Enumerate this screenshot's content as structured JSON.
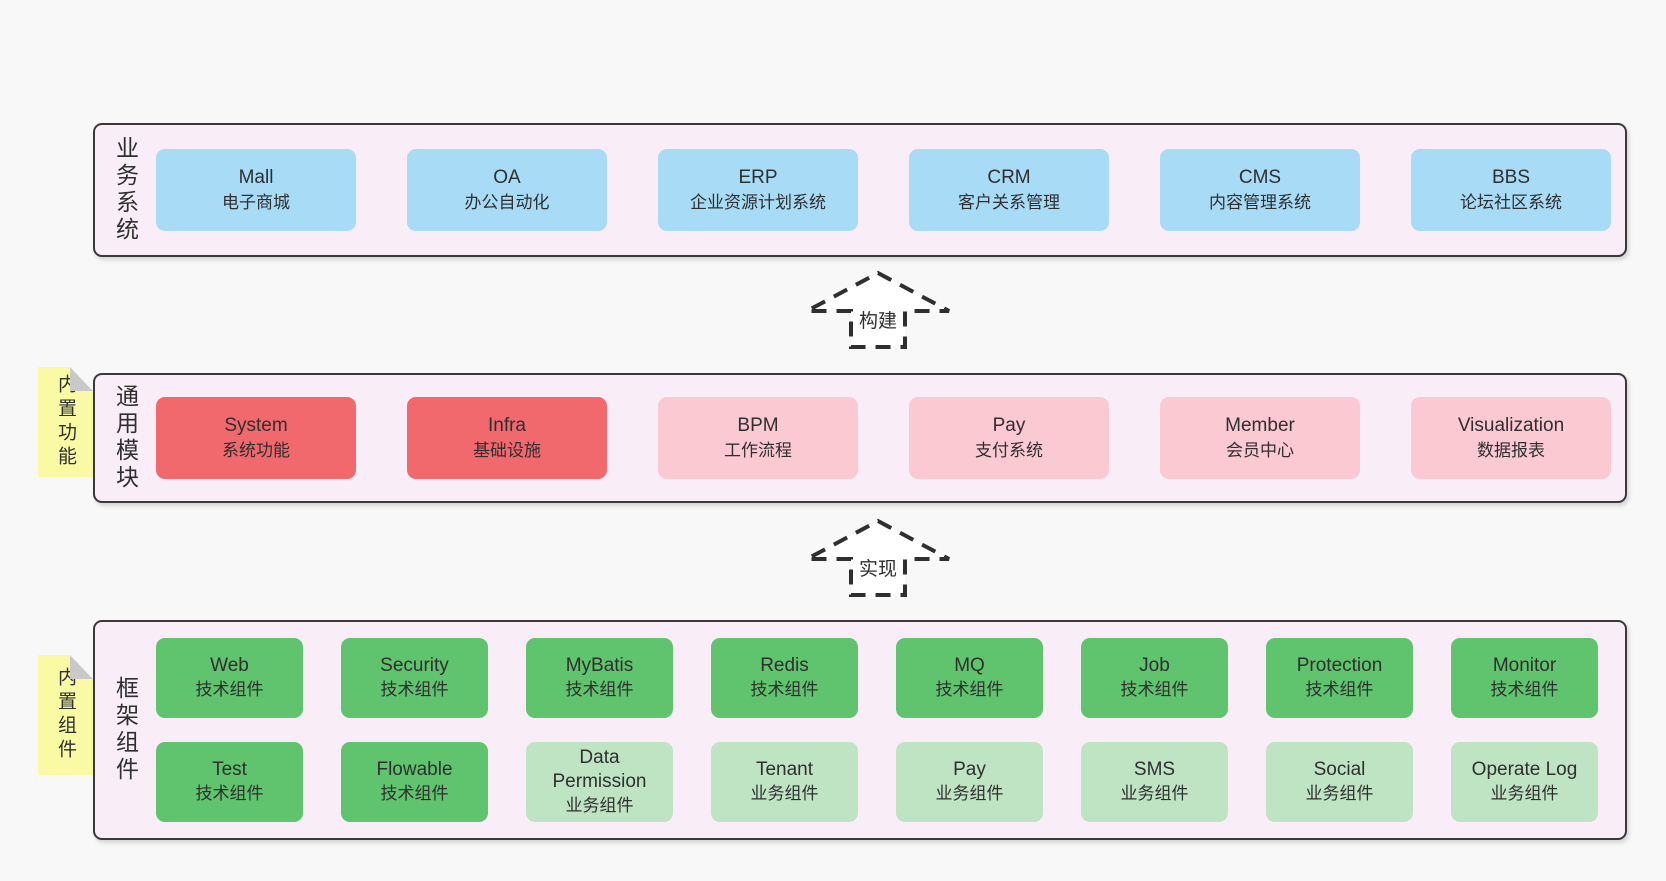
{
  "colors": {
    "page_bg": "#f8f8f8",
    "panel_bg": "#f9eef7",
    "panel_border": "#3a3a3a",
    "text": "#2f2f2f",
    "tab_yellow": "#fafaa4",
    "tab_fold": "#c9c9c9",
    "arrow_outline": "#2f2f2f",
    "blue": "#a7dbf6",
    "red": "#f1686d",
    "pink": "#fbc9d2",
    "green_dark": "#60c36e",
    "green_light": "#bee4c4"
  },
  "arrows": [
    {
      "label": "构建"
    },
    {
      "label": "实现"
    }
  ],
  "sections": [
    {
      "side_label": "业务系统",
      "rows": [
        [
          {
            "en": "Mall",
            "cn": "电子商城",
            "variant": "blue"
          },
          {
            "en": "OA",
            "cn": "办公自动化",
            "variant": "blue"
          },
          {
            "en": "ERP",
            "cn": "企业资源计划系统",
            "variant": "blue"
          },
          {
            "en": "CRM",
            "cn": "客户关系管理",
            "variant": "blue"
          },
          {
            "en": "CMS",
            "cn": "内容管理系统",
            "variant": "blue"
          },
          {
            "en": "BBS",
            "cn": "论坛社区系统",
            "variant": "blue"
          }
        ]
      ]
    },
    {
      "side_label": "通用模块",
      "tab": "内置功能",
      "rows": [
        [
          {
            "en": "System",
            "cn": "系统功能",
            "variant": "red"
          },
          {
            "en": "Infra",
            "cn": "基础设施",
            "variant": "red"
          },
          {
            "en": "BPM",
            "cn": "工作流程",
            "variant": "pink"
          },
          {
            "en": "Pay",
            "cn": "支付系统",
            "variant": "pink"
          },
          {
            "en": "Member",
            "cn": "会员中心",
            "variant": "pink"
          },
          {
            "en": "Visualization",
            "cn": "数据报表",
            "variant": "pink"
          }
        ]
      ]
    },
    {
      "side_label": "框架组件",
      "tab": "内置组件",
      "rows": [
        [
          {
            "en": "Web",
            "cn": "技术组件",
            "variant": "green_dark"
          },
          {
            "en": "Security",
            "cn": "技术组件",
            "variant": "green_dark"
          },
          {
            "en": "MyBatis",
            "cn": "技术组件",
            "variant": "green_dark"
          },
          {
            "en": "Redis",
            "cn": "技术组件",
            "variant": "green_dark"
          },
          {
            "en": "MQ",
            "cn": "技术组件",
            "variant": "green_dark"
          },
          {
            "en": "Job",
            "cn": "技术组件",
            "variant": "green_dark"
          },
          {
            "en": "Protection",
            "cn": "技术组件",
            "variant": "green_dark"
          },
          {
            "en": "Monitor",
            "cn": "技术组件",
            "variant": "green_dark"
          }
        ],
        [
          {
            "en": "Test",
            "cn": "技术组件",
            "variant": "green_dark"
          },
          {
            "en": "Flowable",
            "cn": "技术组件",
            "variant": "green_dark"
          },
          {
            "en": "Data Permission",
            "cn": "业务组件",
            "variant": "green_light"
          },
          {
            "en": "Tenant",
            "cn": "业务组件",
            "variant": "green_light"
          },
          {
            "en": "Pay",
            "cn": "业务组件",
            "variant": "green_light"
          },
          {
            "en": "SMS",
            "cn": "业务组件",
            "variant": "green_light"
          },
          {
            "en": "Social",
            "cn": "业务组件",
            "variant": "green_light"
          },
          {
            "en": "Operate Log",
            "cn": "业务组件",
            "variant": "green_light"
          }
        ]
      ]
    }
  ]
}
